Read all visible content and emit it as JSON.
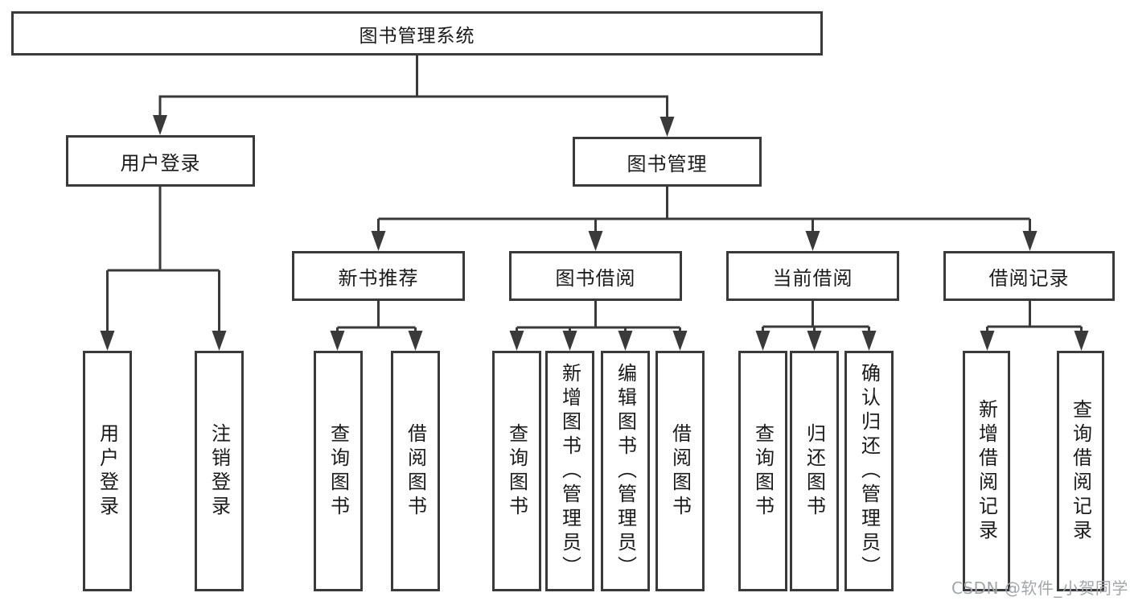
{
  "colors": {
    "line": "#3a3a3a",
    "box_border": "#3a3a3a",
    "text": "#1a1a1a",
    "background": "#ffffff",
    "watermark": "#a2a6aa"
  },
  "root": {
    "label": "图书管理系统"
  },
  "level2": [
    {
      "label": "用户登录",
      "children": [
        {
          "label": "用户登录"
        },
        {
          "label": "注销登录"
        }
      ]
    },
    {
      "label": "图书管理",
      "groups": [
        {
          "label": "新书推荐",
          "children": [
            {
              "label": "查询图书"
            },
            {
              "label": "借阅图书"
            }
          ]
        },
        {
          "label": "图书借阅",
          "children": [
            {
              "label": "查询图书"
            },
            {
              "label": "新增图书（管理员）"
            },
            {
              "label": "编辑图书（管理员）"
            },
            {
              "label": "借阅图书"
            }
          ]
        },
        {
          "label": "当前借阅",
          "children": [
            {
              "label": "查询图书"
            },
            {
              "label": "归还图书"
            },
            {
              "label": "确认归还（管理员）"
            }
          ]
        },
        {
          "label": "借阅记录",
          "children": [
            {
              "label": "新增借阅记录"
            },
            {
              "label": "查询借阅记录"
            }
          ]
        }
      ]
    }
  ],
  "watermark": {
    "text": "CSDN @软件_小贺同学"
  }
}
